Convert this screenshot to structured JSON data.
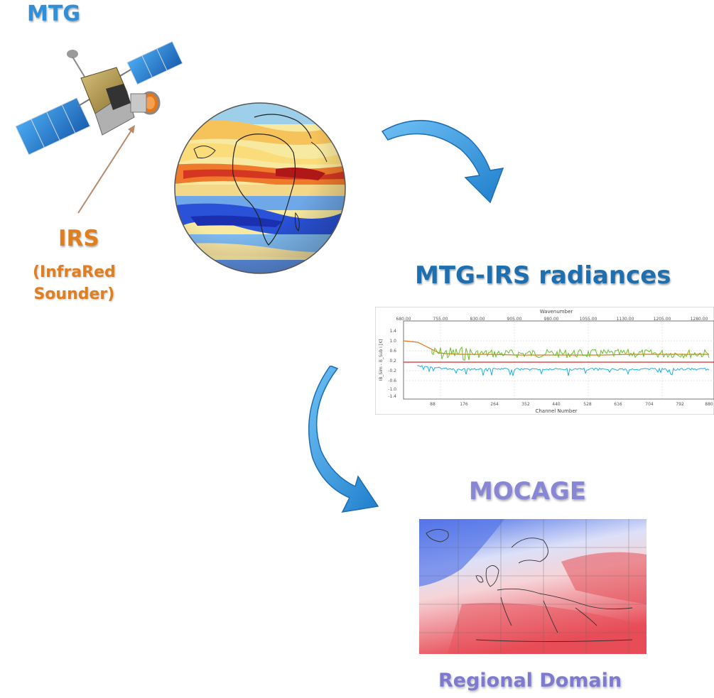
{
  "labels": {
    "mtg": "MTG",
    "irs": "IRS",
    "irs_line1": "(InfraRed",
    "irs_line2": "Sounder)",
    "radiances": "MTG-IRS radiances",
    "mocage": "MOCAGE",
    "regional": "Regional Domain"
  },
  "colors": {
    "mtg": "#2f8fd8",
    "irs": "#e07f1f",
    "radiances": "#1e6fb0",
    "mocage": "#8a86d6",
    "arrow": "#3a9ee0"
  },
  "chart": {
    "top_axis_title": "Wavenumber",
    "bottom_axis_title": "Channel Number",
    "top_ticks": [
      "680.00",
      "755.00",
      "830.00",
      "905.00",
      "980.00",
      "1055.00",
      "1130.00",
      "1205.00",
      "1280.00"
    ],
    "bottom_ticks": [
      "88",
      "176",
      "264",
      "352",
      "440",
      "528",
      "616",
      "704",
      "792",
      "880"
    ],
    "y_ticks": [
      "1.4",
      "1.0",
      "0.6",
      "0.2",
      "-0.2",
      "-0.6",
      "-1.0",
      "-1.4"
    ],
    "y_label": "IB_Sim - B_Sub I [K]"
  },
  "icons": [
    "satellite-icon",
    "globe-map-icon",
    "curved-arrow-icon",
    "regional-map-icon"
  ]
}
